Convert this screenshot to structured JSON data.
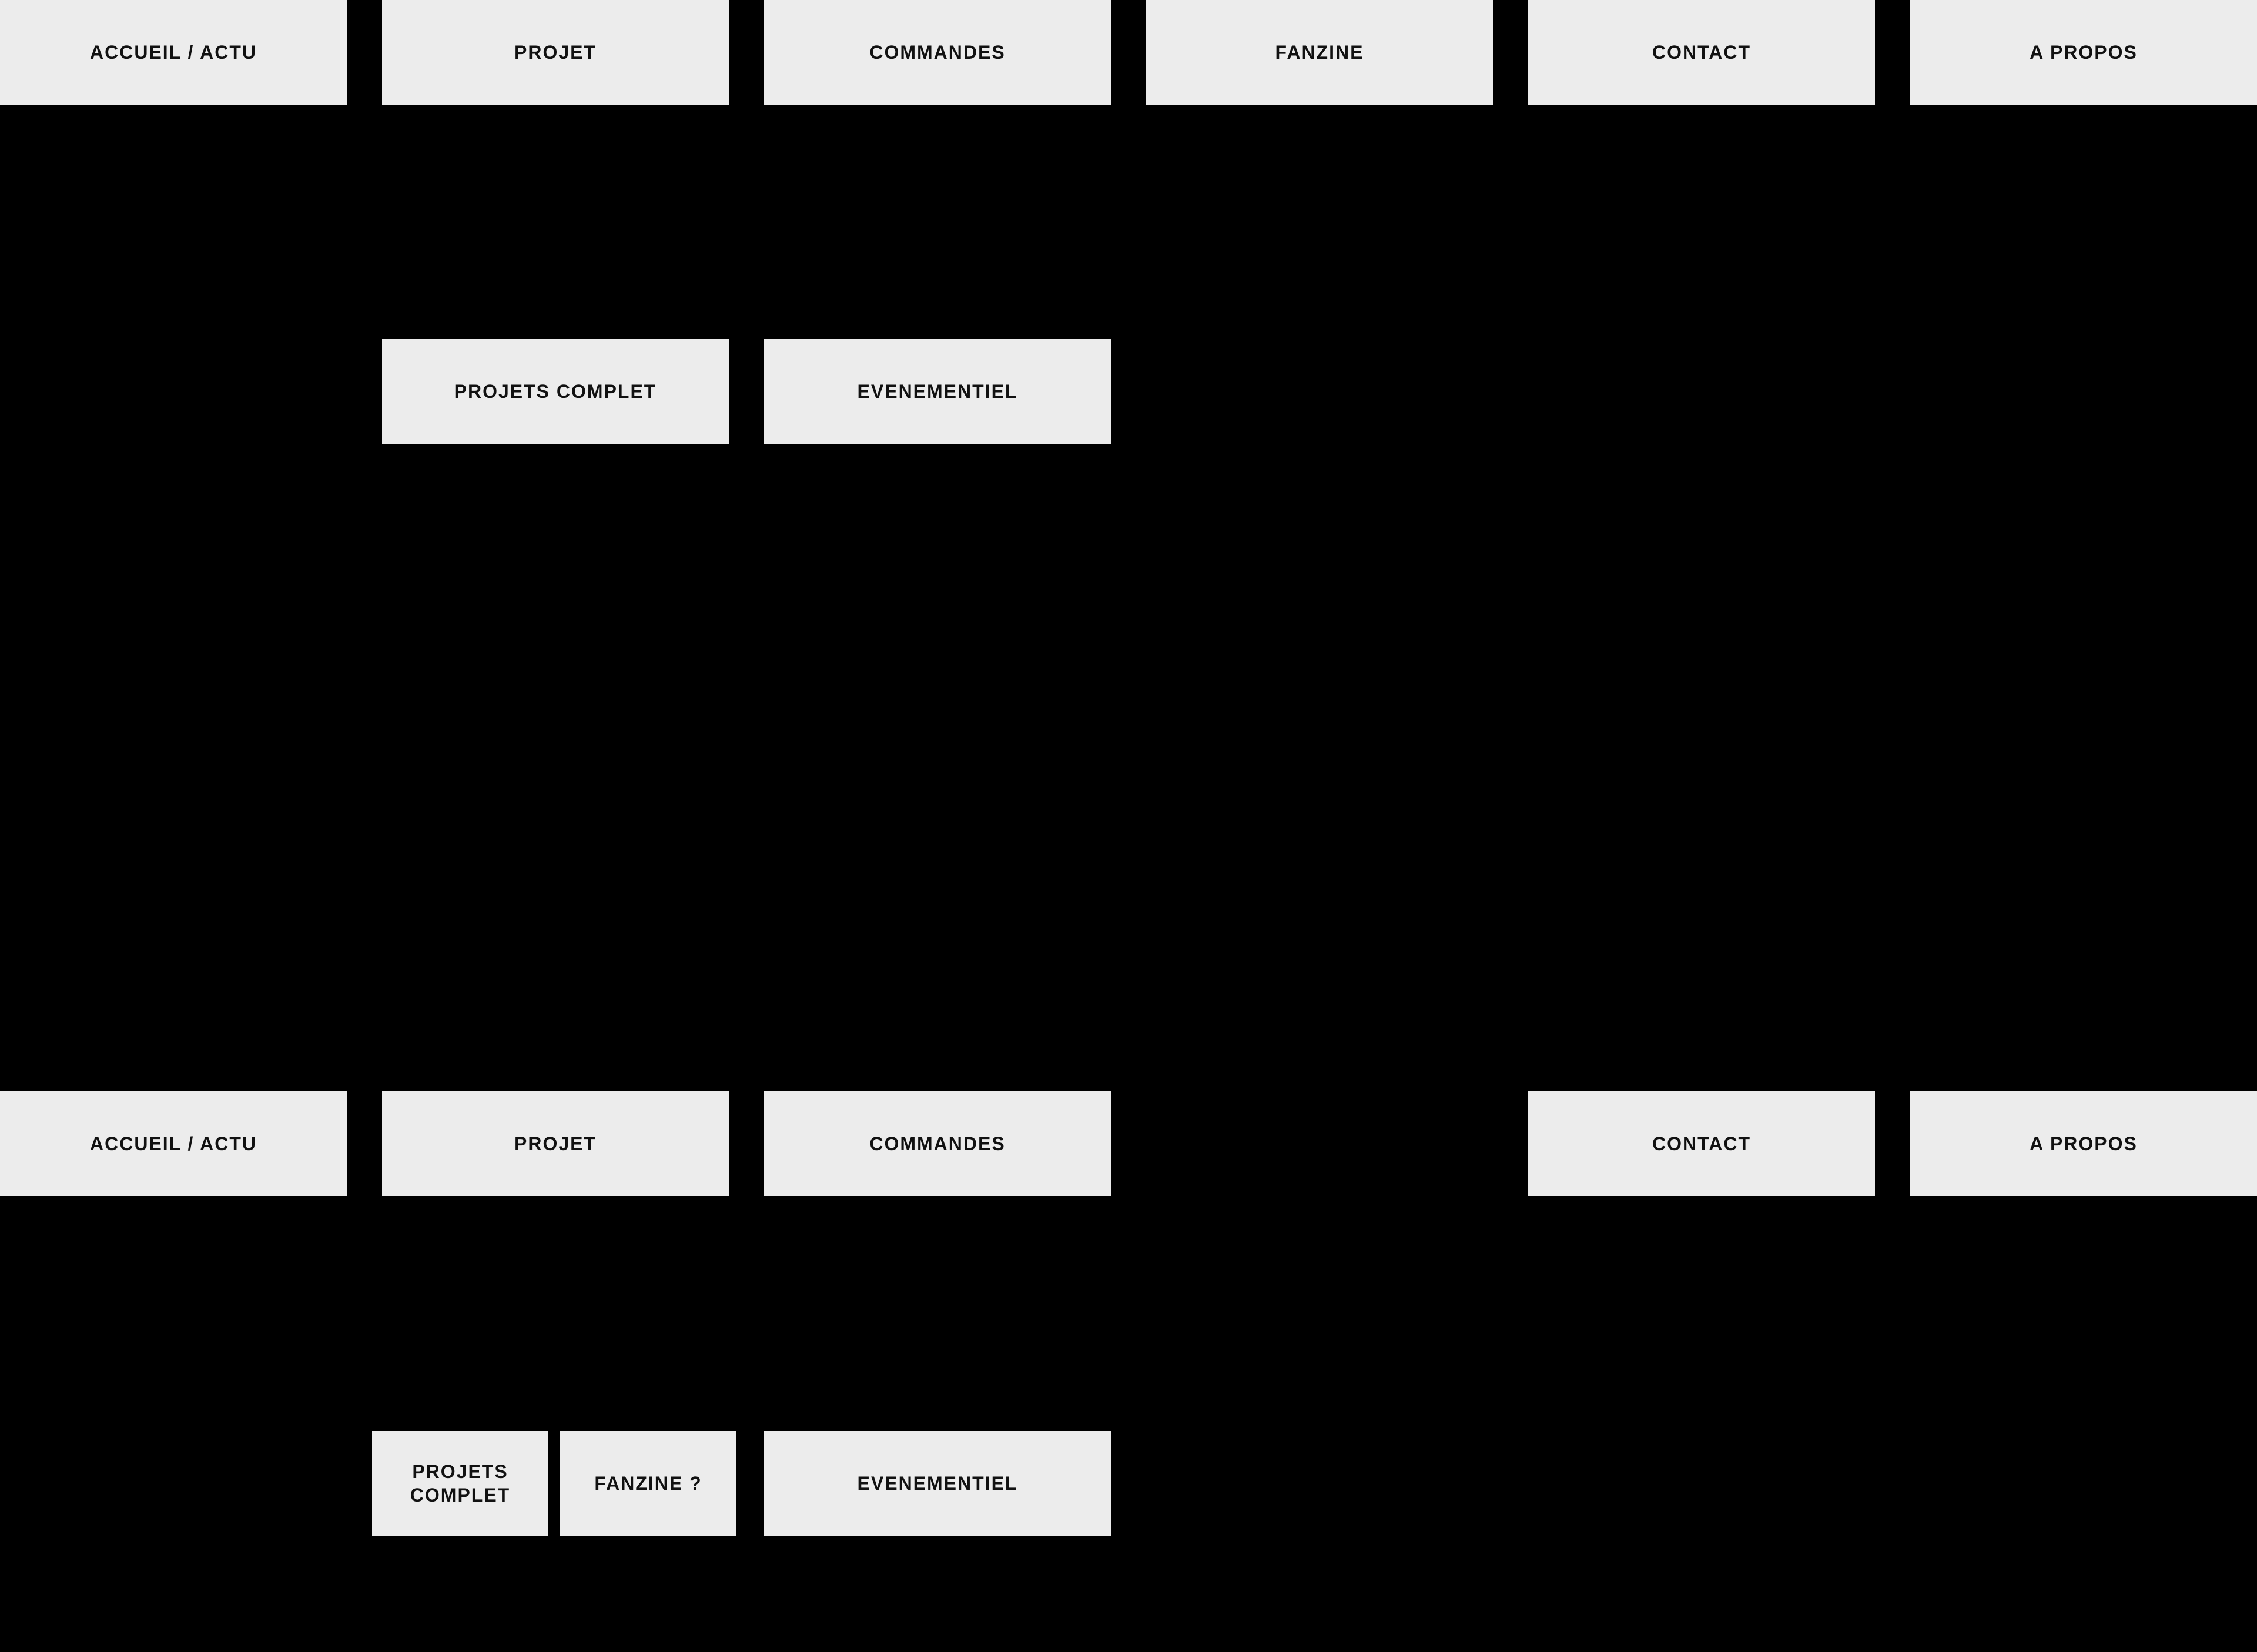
{
  "colors": {
    "background": "#000000",
    "node_fill": "#ececec",
    "node_text": "#111111"
  },
  "diagrams": [
    {
      "title": "sitemap-version-1",
      "parents": [
        {
          "label": "ACCUEIL / ACTU"
        },
        {
          "label": "PROJET"
        },
        {
          "label": "COMMANDES"
        },
        {
          "label": "FANZINE"
        },
        {
          "label": "CONTACT"
        },
        {
          "label": "A PROPOS"
        }
      ],
      "children": [
        {
          "label": "PROJETS COMPLET"
        },
        {
          "label": "EVENEMENTIEL"
        }
      ]
    },
    {
      "title": "sitemap-version-2",
      "parents": [
        {
          "label": "ACCUEIL / ACTU"
        },
        {
          "label": "PROJET"
        },
        {
          "label": "COMMANDES"
        },
        {
          "label": "CONTACT"
        },
        {
          "label": "A PROPOS"
        }
      ],
      "children": [
        {
          "label": "PROJETS COMPLET"
        },
        {
          "label": "FANZINE ?"
        },
        {
          "label": "EVENEMENTIEL"
        }
      ]
    }
  ]
}
